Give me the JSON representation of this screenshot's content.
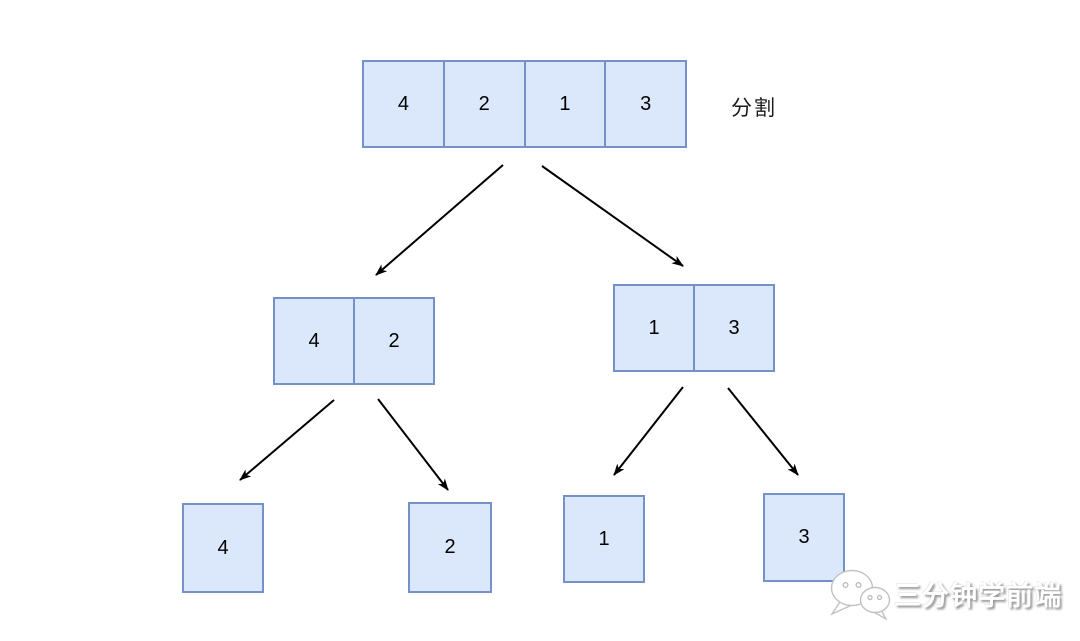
{
  "diagram": {
    "split_label": "分割",
    "nodes": {
      "root": {
        "cells": [
          "4",
          "2",
          "1",
          "3"
        ]
      },
      "left_pair": {
        "cells": [
          "4",
          "2"
        ]
      },
      "right_pair": {
        "cells": [
          "1",
          "3"
        ]
      },
      "leaf_a": {
        "cells": [
          "4"
        ]
      },
      "leaf_b": {
        "cells": [
          "2"
        ]
      },
      "leaf_c": {
        "cells": [
          "1"
        ]
      },
      "leaf_d": {
        "cells": [
          "3"
        ]
      }
    },
    "colors": {
      "node_fill": "#dbe8fc",
      "node_border": "#7491c8",
      "arrow": "#000000"
    }
  },
  "watermark": {
    "text": "三分钟学前端",
    "icon": "wechat-icon"
  }
}
